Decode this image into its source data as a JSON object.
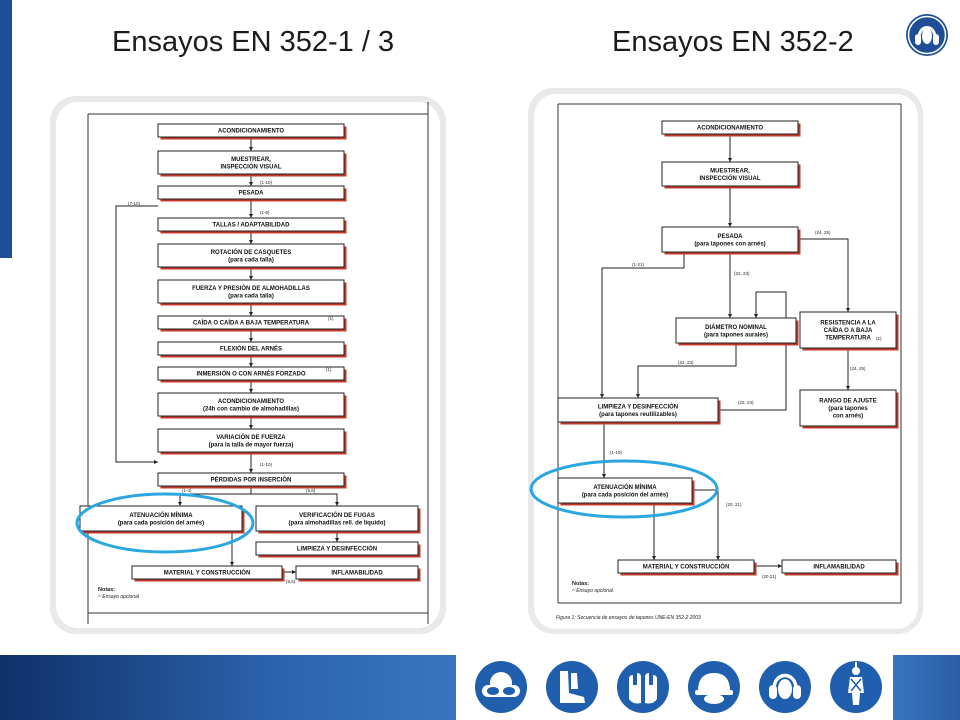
{
  "slide": {
    "title_left": "Ensayos EN 352-1 / 3",
    "title_right": "Ensayos EN 352-2"
  },
  "colors": {
    "accent_blue": "#1f4e96",
    "highlight_ellipse": "#2aa7df",
    "box_shadow_red": "#c0392b"
  },
  "left_chart": {
    "boxes": [
      {
        "id": "l1",
        "lines": [
          "ACONDICIONAMIENTO"
        ]
      },
      {
        "id": "l2",
        "lines": [
          "MUESTREAR,",
          "INSPECCIÓN VISUAL"
        ]
      },
      {
        "id": "l3",
        "lines": [
          "PESADA"
        ]
      },
      {
        "id": "l4",
        "lines": [
          "TALLAS / ADAPTABILIDAD"
        ]
      },
      {
        "id": "l5",
        "lines": [
          "ROTACIÓN DE CASQUETES",
          "(para cada talla)"
        ]
      },
      {
        "id": "l6",
        "lines": [
          "FUERZA Y PRESIÓN DE ALMOHADILLAS",
          "(para cada talla)"
        ]
      },
      {
        "id": "l7",
        "lines": [
          "CAÍDA O CAÍDA A BAJA TEMPERATURA"
        ]
      },
      {
        "id": "l8",
        "lines": [
          "FLEXIÓN DEL ARNÉS"
        ]
      },
      {
        "id": "l9",
        "lines": [
          "INMERSIÓN O CON ARNÉS FORZADO"
        ]
      },
      {
        "id": "l10",
        "lines": [
          "ACONDICIONAMIENTO",
          "(24h con cambio de almohadillas)"
        ]
      },
      {
        "id": "l11",
        "lines": [
          "VARIACIÓN DE FUERZA",
          "(para la talla de mayor fuerza)"
        ]
      },
      {
        "id": "l12",
        "lines": [
          "PÉRDIDAS POR INSERCIÓN"
        ]
      },
      {
        "id": "l13",
        "lines": [
          "ATENUACIÓN MÍNIMA",
          "(para cada posición del arnés)"
        ]
      },
      {
        "id": "l14",
        "lines": [
          "VERIFICACIÓN DE FUGAS",
          "(para almohadillas rell. de líquido)"
        ]
      },
      {
        "id": "l15",
        "lines": [
          "LIMPIEZA Y DESINFECCIÓN"
        ]
      },
      {
        "id": "l16",
        "lines": [
          "MATERIAL Y CONSTRUCCIÓN"
        ]
      },
      {
        "id": "l17",
        "lines": [
          "INFLAMABILIDAD"
        ]
      }
    ],
    "labels": [
      "(1-10)",
      "(7-10)",
      "(1-6)",
      "(1)",
      "(1)",
      "(1-10)",
      "(1-4)",
      "(5,6)",
      "(5,6)"
    ],
    "notes": [
      "Notas:",
      "¹⁾ Ensayo opcional"
    ]
  },
  "right_chart": {
    "boxes": [
      {
        "id": "r1",
        "lines": [
          "ACONDICIONAMIENTO"
        ]
      },
      {
        "id": "r2",
        "lines": [
          "MUESTREAR,",
          "INSPECCIÓN VISUAL"
        ]
      },
      {
        "id": "r3",
        "lines": [
          "PESADA",
          "(para tapones con arnés)"
        ]
      },
      {
        "id": "r4",
        "lines": [
          "DIÁMETRO NOMINAL",
          "(para tapones aurales)"
        ]
      },
      {
        "id": "r5",
        "lines": [
          "RESISTENCIA A LA",
          "CAÍDA O A BAJA",
          "TEMPERATURA"
        ]
      },
      {
        "id": "r6",
        "lines": [
          "LIMPIEZA Y DESINFECCIÓN",
          "(para tapones reutilizables)"
        ]
      },
      {
        "id": "r7",
        "lines": [
          "RANGO DE AJUSTE",
          "(para tapones",
          "con arnés)"
        ]
      },
      {
        "id": "r8",
        "lines": [
          "ATENUACIÓN MÍNIMA",
          "(para cada posición del arnés)"
        ]
      },
      {
        "id": "r9",
        "lines": [
          "MATERIAL Y CONSTRUCCIÓN"
        ]
      },
      {
        "id": "r10",
        "lines": [
          "INFLAMABILIDAD"
        ]
      }
    ],
    "labels": [
      "(24, 25)",
      "(1-21)",
      "(22, 23)",
      "(22, 23)",
      "(24, 25)",
      "(22, 23)",
      "(1-19)",
      "(20, 21)",
      "(20,21)",
      "(1)"
    ],
    "notes": [
      "Notas:",
      "¹⁾ Ensayo opcional"
    ],
    "caption": "Figura 1: Secuencia de ensayos de tapones UNE-EN 352-2 2003"
  },
  "ppe_icons": [
    "goggles-icon",
    "safety-boots-icon",
    "gloves-icon",
    "hard-hat-icon",
    "ear-protection-icon",
    "harness-icon"
  ]
}
